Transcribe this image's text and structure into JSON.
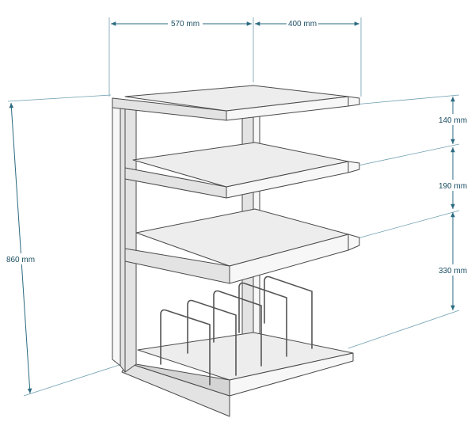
{
  "dimensions": {
    "width": "570 mm",
    "depth": "400 mm",
    "height": "860 mm",
    "gap_top": "140 mm",
    "gap_middle": "190 mm",
    "gap_bottom": "330 mm"
  },
  "colors": {
    "dimension": "#2a6a80",
    "outline": "#4a4a4a"
  }
}
